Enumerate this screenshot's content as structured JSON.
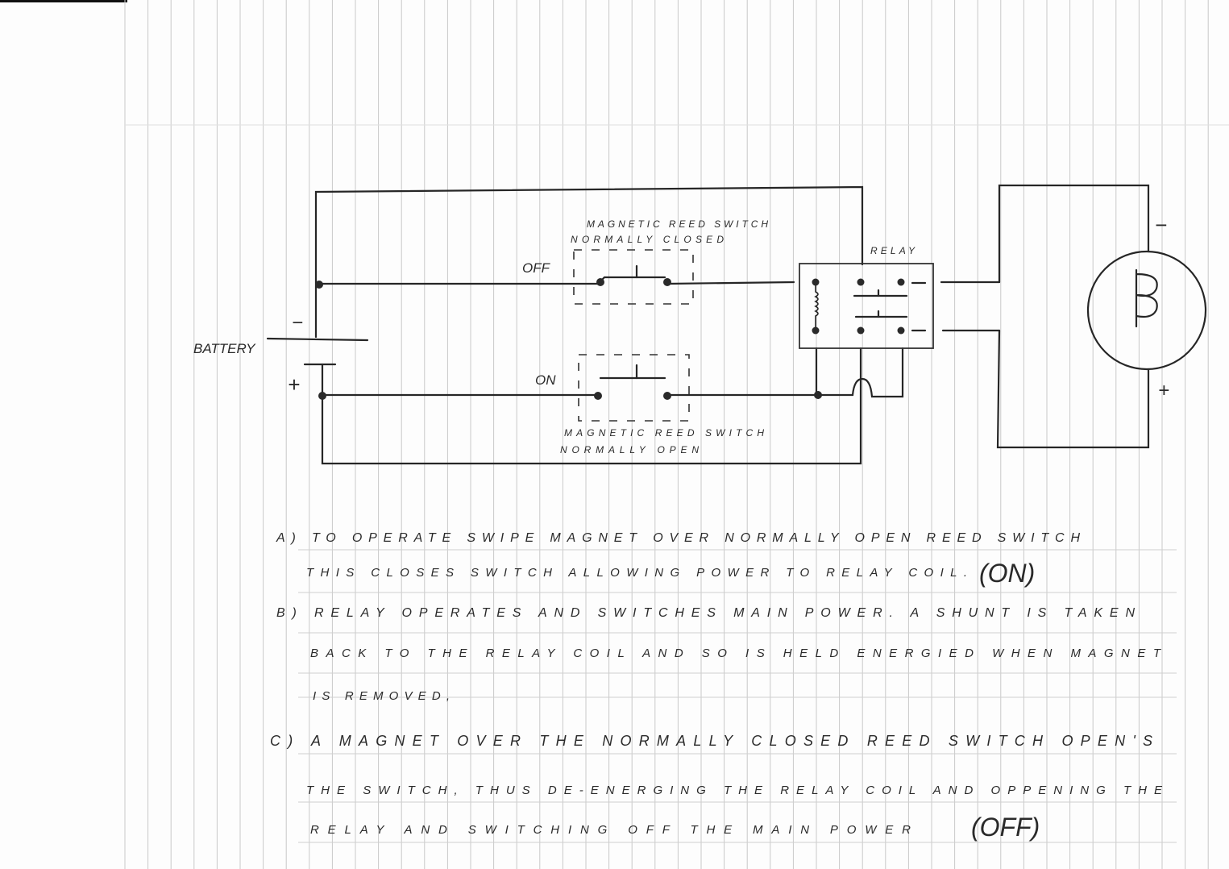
{
  "diagram": {
    "labels": {
      "battery": "BATTERY",
      "battery_minus": "−",
      "battery_plus": "+",
      "off": "OFF",
      "on": "ON",
      "nc_switch_line1": "MAGNETIC REED SWITCH",
      "nc_switch_line2": "NORMALLY CLOSED",
      "no_switch_line1": "MAGNETIC REED SWITCH",
      "no_switch_line2": "NORMALLY OPEN",
      "relay": "RELAY",
      "lamp_minus": "−",
      "lamp_plus": "+"
    },
    "notes": [
      "A) TO OPERATE SWIPE MAGNET OVER NORMALLY OPEN REED SWITCH",
      "THIS CLOSES SWITCH ALLOWING POWER TO RELAY COIL.",
      "B) RELAY OPERATES AND SWITCHES MAIN POWER. A SHUNT IS TAKEN",
      "BACK TO THE RELAY COIL AND SO IS HELD ENERGIED WHEN MAGNET",
      "IS REMOVED,",
      "C) A MAGNET OVER THE NORMALLY CLOSED REED SWITCH OPEN'S",
      "THE SWITCH, THUS DE-ENERGING THE RELAY COIL AND OPPENING THE",
      "RELAY AND SWITCHING OFF THE MAIN POWER"
    ],
    "state_on": "(ON)",
    "state_off": "(OFF)"
  }
}
